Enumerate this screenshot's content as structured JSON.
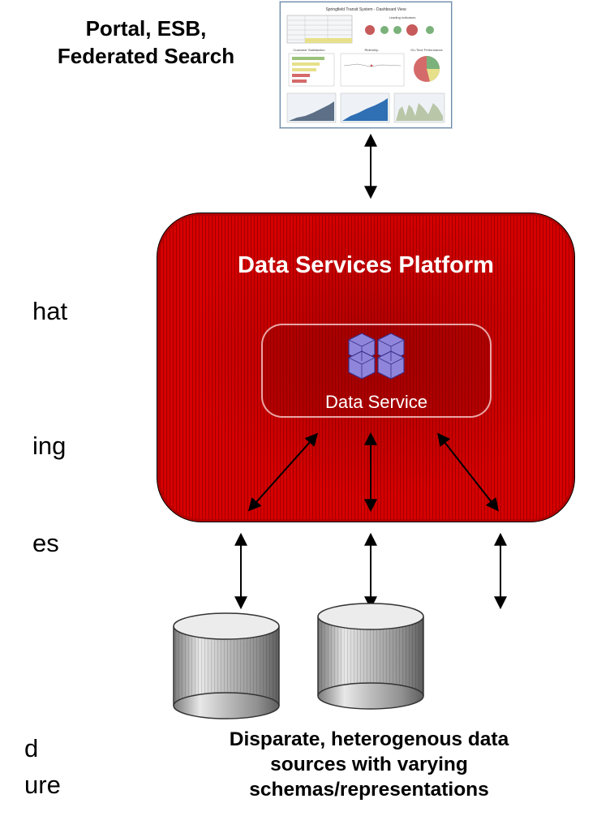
{
  "portal": {
    "title_line1": "Portal, ESB,",
    "title_line2": "Federated Search"
  },
  "dashboard": {
    "caption": "Springfield Transit System - Dashboard View",
    "panels": [
      "Leading Indicators",
      "Customer Satisfaction",
      "Ridership",
      "On-Time Performance"
    ]
  },
  "platform": {
    "title": "Data Services Platform",
    "service_label": "Data Service"
  },
  "sources": {
    "caption_line1": "Disparate, heterogenous data",
    "caption_line2": "sources with varying",
    "caption_line3": "schemas/representations"
  },
  "left_fragments": [
    "hat",
    "ing",
    "es",
    "d",
    "ure"
  ],
  "colors": {
    "platform_red": "#d60000",
    "cube_purple": "#6f5fc8",
    "cylinder_gray": "#c9c9c9"
  }
}
